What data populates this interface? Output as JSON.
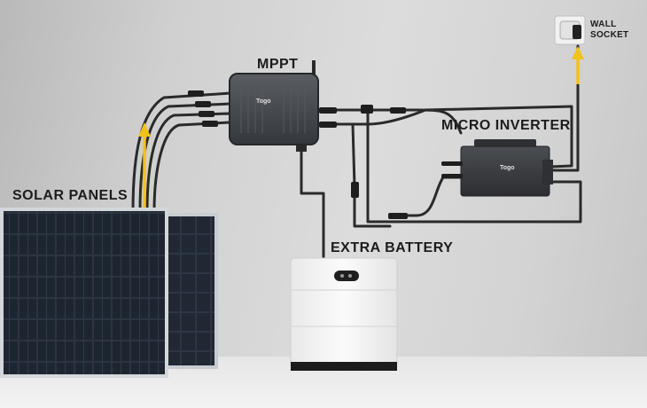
{
  "labels": {
    "solar_panels": "SOLAR PANELS",
    "mppt": "MPPT",
    "micro_inverter": "MICRO INVERTER",
    "extra_battery": "EXTRA BATTERY",
    "wall_socket_line1": "WALL",
    "wall_socket_line2": "SOCKET"
  },
  "brand": {
    "mppt_logo": "Togo",
    "inverter_logo": "Togo"
  },
  "colors": {
    "arrow": "#f2c21b",
    "cable": "#2a2a2a",
    "device_dark": "#3d4044",
    "battery_white": "#f4f4f4"
  }
}
